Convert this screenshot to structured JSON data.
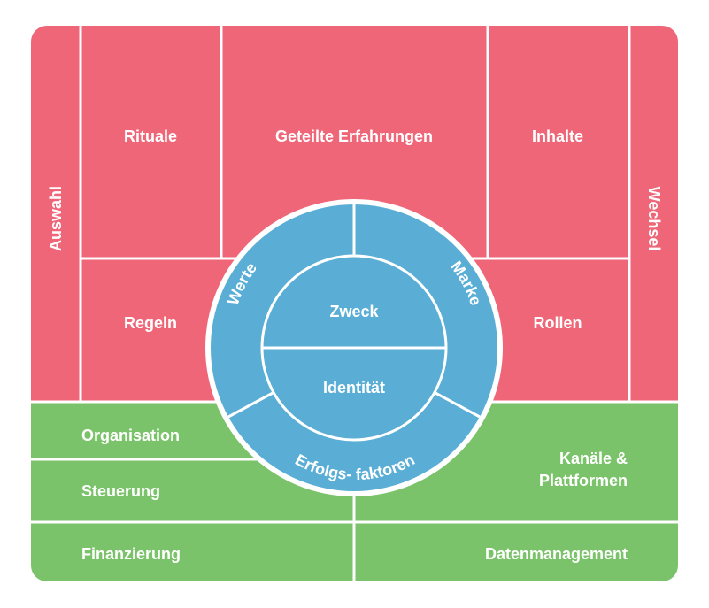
{
  "colors": {
    "red": "#ee6677",
    "green": "#7bc36a",
    "blue": "#5aaed6",
    "line": "#ffffff"
  },
  "side": {
    "left": "Auswahl",
    "right": "Wechsel"
  },
  "red_boxes": {
    "rituale": "Rituale",
    "geteilte": "Geteilte Erfahrungen",
    "inhalte": "Inhalte",
    "regeln": "Regeln",
    "rollen": "Rollen"
  },
  "green_boxes": {
    "organisation": "Organisation",
    "steuerung": "Steuerung",
    "finanzierung": "Finanzierung",
    "kanaele_line1": "Kanäle &",
    "kanaele_line2": "Plattformen",
    "datenmanagement": "Datenmanagement"
  },
  "circle": {
    "werte": "Werte",
    "marke": "Marke",
    "zweck": "Zweck",
    "identitaet": "Identität",
    "erfolgsfaktoren": "Erfolgs- faktoren"
  }
}
